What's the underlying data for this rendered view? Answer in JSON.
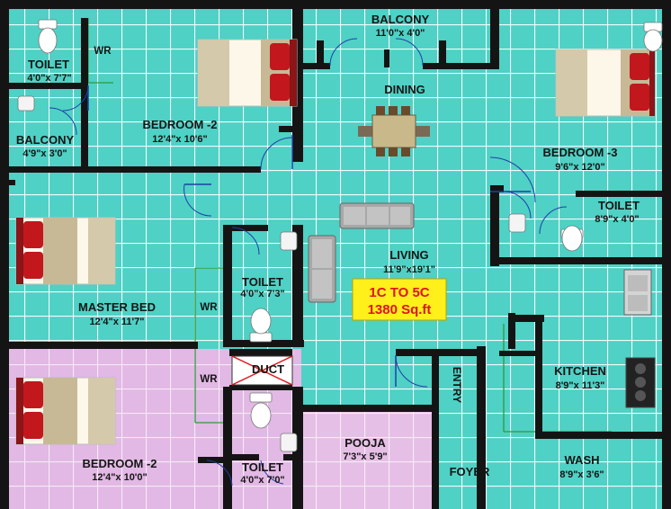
{
  "colors": {
    "floor_main": "#4fd1c5",
    "floor_pink": "#e2b8e4",
    "grout": "#f2fbfb",
    "wall": "#141414",
    "door_arc": "#1f3fa8",
    "area_badge_bg": "#ffef1a",
    "area_badge_text": "#e0141a"
  },
  "area_badge": {
    "line1": "1C TO 5C",
    "line2": "1380 Sq.ft"
  },
  "rooms": {
    "toilet_top_left": {
      "name": "TOILET",
      "size": "4'0\"x 7'7\""
    },
    "wr_top": {
      "name": "WR"
    },
    "balcony_left": {
      "name": "BALCONY",
      "size": "4'9\"x 3'0\""
    },
    "bedroom2_top": {
      "name": "BEDROOM -2",
      "size": "12'4\"x 10'6\""
    },
    "balcony_top": {
      "name": "BALCONY",
      "size": "11'0\"x 4'0\""
    },
    "dining": {
      "name": "DINING"
    },
    "bedroom3": {
      "name": "BEDROOM -3",
      "size": "9'6\"x 12'0\""
    },
    "toilet_right": {
      "name": "TOILET",
      "size": "8'9\"x 4'0\""
    },
    "living": {
      "name": "LIVING",
      "size": "11'9\"x19'1\""
    },
    "master_bed": {
      "name": "MASTER BED",
      "size": "12'4\"x 11'7\""
    },
    "wr_mid": {
      "name": "WR"
    },
    "toilet_mid": {
      "name": "TOILET",
      "size": "4'0\"x 7'3\""
    },
    "duct": {
      "name": "DUCT"
    },
    "wr_low": {
      "name": "WR"
    },
    "bedroom2_bottom": {
      "name": "BEDROOM -2",
      "size": "12'4\"x 10'0\""
    },
    "toilet_bottom": {
      "name": "TOILET",
      "size": "4'0\"x 7'0\""
    },
    "pooja": {
      "name": "POOJA",
      "size": "7'3\"x 5'9\""
    },
    "entry": {
      "name": "ENTRY"
    },
    "foyer": {
      "name": "FOYER"
    },
    "kitchen": {
      "name": "KITCHEN",
      "size": "8'9\"x 11'3\""
    },
    "wash": {
      "name": "WASH",
      "size": "8'9\"x 3'6\""
    }
  }
}
